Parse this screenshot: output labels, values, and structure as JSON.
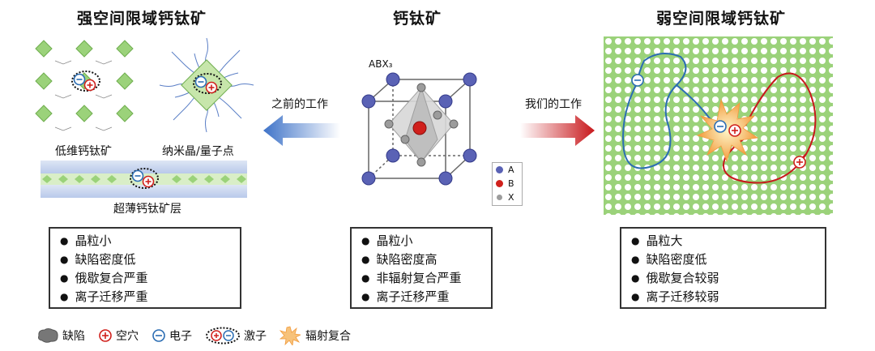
{
  "titles": {
    "strong": "强空间限域钙钛矿",
    "center": "钙钛矿",
    "weak": "弱空间限域钙钛矿"
  },
  "labels": {
    "low_dim": "低维钙钛矿",
    "nano": "纳米晶/量子点",
    "ultrathin": "超薄钙钛矿层",
    "previous_work": "之前的工作",
    "our_work": "我们的工作",
    "abx3_formula": "ABX₃",
    "site_a": "A",
    "site_b": "B",
    "site_x": "X"
  },
  "boxes": {
    "left": [
      "晶粒小",
      "缺陷密度低",
      "俄歇复合严重",
      "离子迁移严重"
    ],
    "center": [
      "晶粒小",
      "缺陷密度高",
      "非辐射复合严重",
      "离子迁移严重"
    ],
    "right": [
      "晶粒大",
      "缺陷密度低",
      "俄歇复合较弱",
      "离子迁移较弱"
    ]
  },
  "legend": {
    "defect": "缺陷",
    "hole": "空穴",
    "electron": "电子",
    "exciton": "激子",
    "radiative": "辐射复合"
  },
  "colors": {
    "lattice_green": "#9bd27a",
    "hole_red": "#d0201c",
    "electron_blue": "#2b6db3",
    "arrow_blue": "#3f73c8",
    "arrow_red": "#c8181c",
    "atom_a": "#5a62b5",
    "atom_b": "#d0201c",
    "atom_x": "#9c9c9c"
  }
}
